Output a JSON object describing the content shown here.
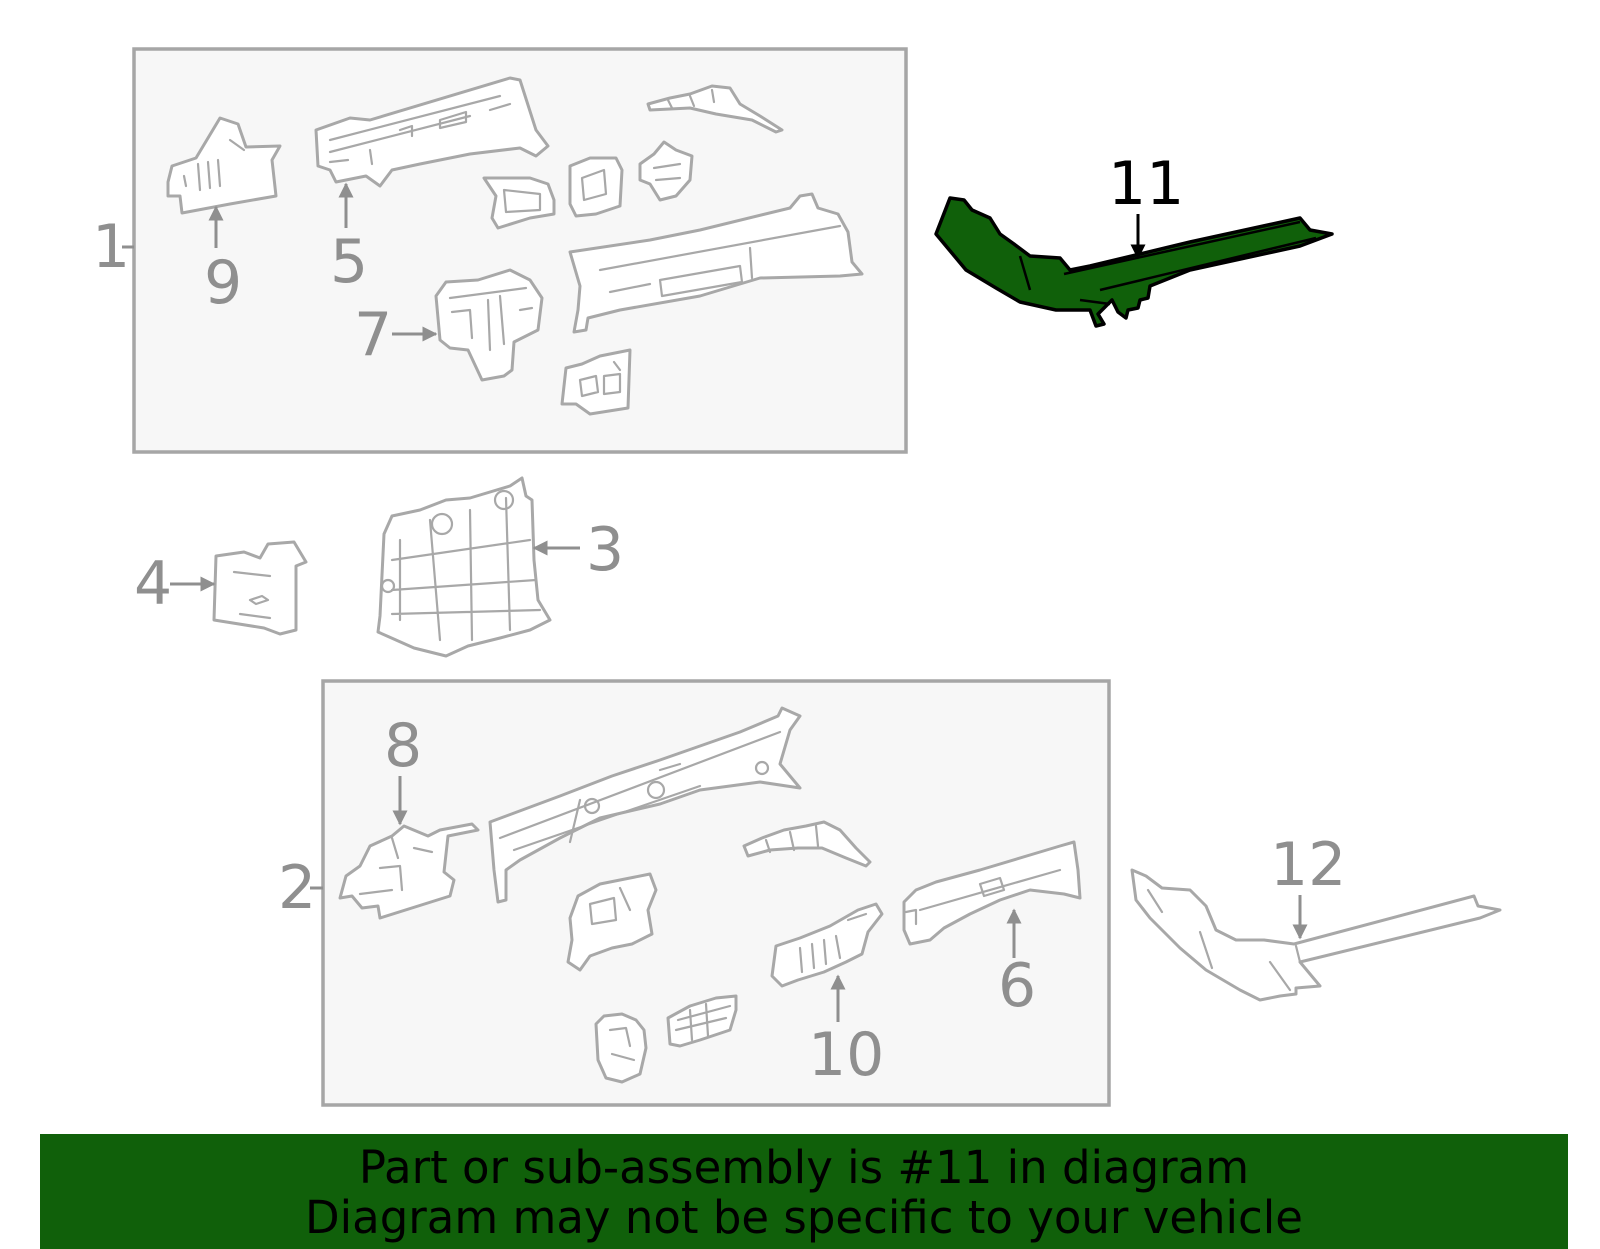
{
  "diagram": {
    "highlight_color": "#10600a",
    "highlighted_part": "11",
    "callouts": [
      {
        "id": "1",
        "label": "1"
      },
      {
        "id": "2",
        "label": "2"
      },
      {
        "id": "3",
        "label": "3"
      },
      {
        "id": "4",
        "label": "4"
      },
      {
        "id": "5",
        "label": "5"
      },
      {
        "id": "6",
        "label": "6"
      },
      {
        "id": "7",
        "label": "7"
      },
      {
        "id": "8",
        "label": "8"
      },
      {
        "id": "9",
        "label": "9"
      },
      {
        "id": "10",
        "label": "10"
      },
      {
        "id": "11",
        "label": "11"
      },
      {
        "id": "12",
        "label": "12"
      }
    ]
  },
  "banner": {
    "line1": "Part or sub-assembly is #11 in diagram",
    "line2": "Diagram may not be specific to your vehicle"
  }
}
